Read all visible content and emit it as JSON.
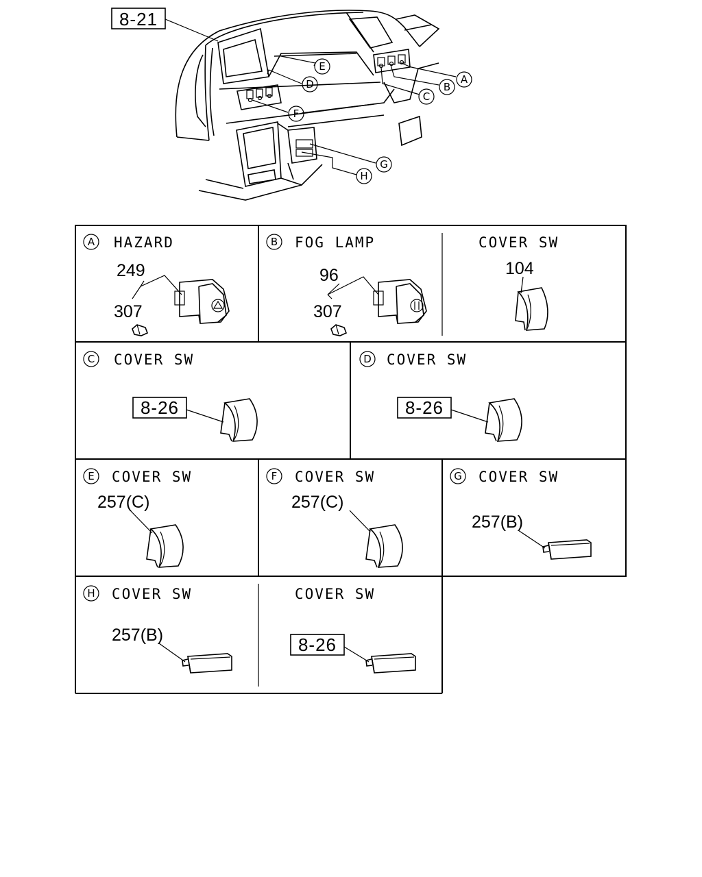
{
  "overview": {
    "ref": "8-21",
    "callouts": [
      "A",
      "B",
      "C",
      "D",
      "E",
      "F",
      "G",
      "H"
    ]
  },
  "panels": {
    "a": {
      "letter": "A",
      "title": "HAZARD",
      "parts": [
        "249",
        "307"
      ]
    },
    "b": {
      "letter": "B",
      "title": "FOG LAMP",
      "parts": [
        "96",
        "307"
      ]
    },
    "b2": {
      "title": "COVER SW",
      "parts": [
        "104"
      ]
    },
    "c": {
      "letter": "C",
      "title": "COVER SW",
      "ref": "8-26"
    },
    "d": {
      "letter": "D",
      "title": "COVER SW",
      "ref": "8-26"
    },
    "e": {
      "letter": "E",
      "title": "COVER SW",
      "parts": [
        "257(C)"
      ]
    },
    "f": {
      "letter": "F",
      "title": "COVER SW",
      "parts": [
        "257(C)"
      ]
    },
    "g": {
      "letter": "G",
      "title": "COVER SW",
      "parts": [
        "257(B)"
      ]
    },
    "h": {
      "letter": "H",
      "title": "COVER SW",
      "parts": [
        "257(B)"
      ]
    },
    "h2": {
      "title": "COVER SW",
      "ref": "8-26"
    }
  }
}
